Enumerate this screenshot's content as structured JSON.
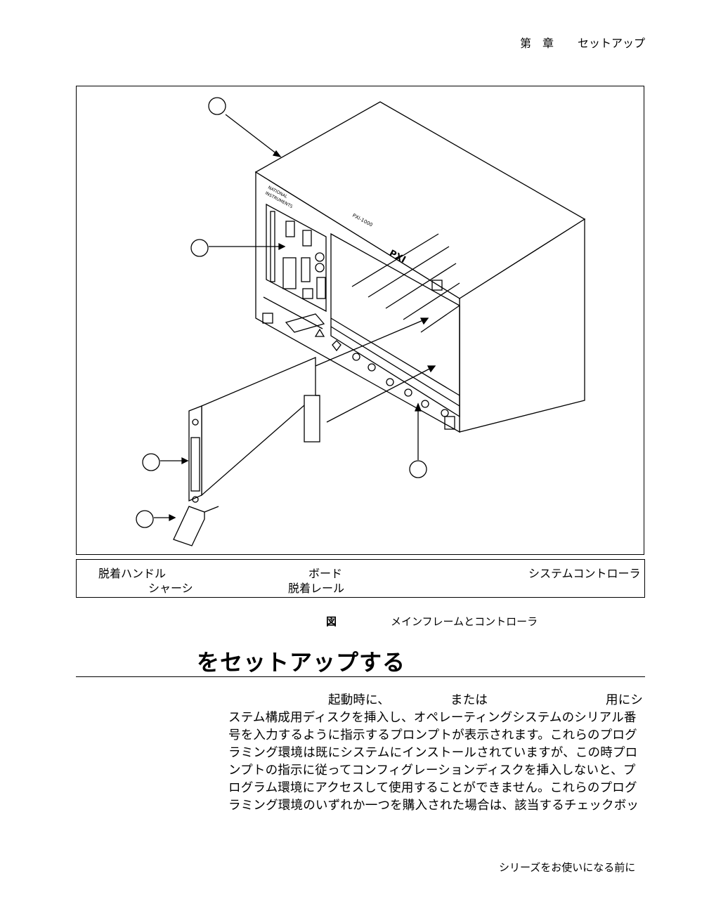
{
  "header": {
    "chapter_label": "第　章",
    "chapter_title": "セットアップ"
  },
  "figure": {
    "panel_labels": {
      "logo_line1": "NATIONAL",
      "logo_line2": "INSTRUMENTS",
      "model": "PXI-1000",
      "brand": "PXI"
    },
    "legend": {
      "item1": "脱着ハンドル",
      "item2": "ボード",
      "item3": "システムコントローラ",
      "item4": "シャーシ",
      "item5": "脱着レール"
    },
    "caption_prefix": "図",
    "caption_text": "メインフレームとコントローラ"
  },
  "section": {
    "title": "をセットアップする"
  },
  "body": {
    "line1_a": "起動時に、",
    "line1_b": "または",
    "line1_c": "用にシ",
    "lines": [
      "ステム構成用ディスクを挿入し、オペレーティングシステムのシリアル番",
      "号を入力するように指示するプロンプトが表示されます。これらのプログ",
      "ラミング環境は既にシステムにインストールされていますが、この時プロ",
      "ンプトの指示に従ってコンフィグレーションディスクを挿入しないと、プ",
      "ログラム環境にアクセスして使用することができません。これらのプログ",
      "ラミング環境のいずれか一つを購入された場合は、該当するチェックボッ"
    ]
  },
  "footer": {
    "text": "シリーズをお使いになる前に"
  }
}
